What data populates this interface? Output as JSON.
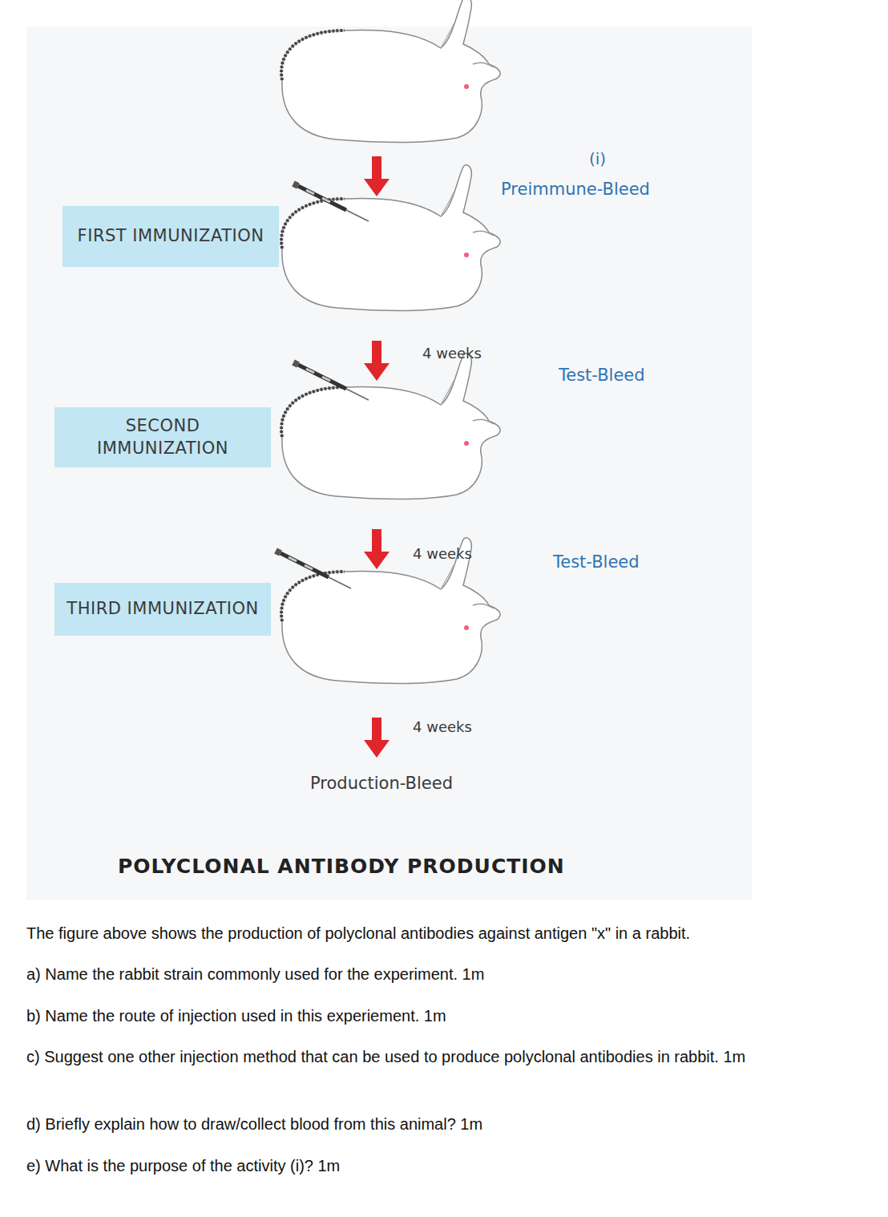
{
  "diagram": {
    "caption": "POLYCLONAL ANTIBODY PRODUCTION",
    "nodes": [
      {
        "text": [
          "FIRST IMMUNIZATION"
        ]
      },
      {
        "text": [
          "SECOND IMMUNIZATION"
        ]
      },
      {
        "text": [
          "THIRD IMMUNIZATION"
        ]
      }
    ],
    "labels": [
      "(i)",
      "Preimmune-Bleed",
      "4 weeks",
      "Test-Bleed",
      "4 weeks",
      "Test-Bleed",
      "4 weeks",
      "Production-Bleed",
      "The figure above shows the production of polyclonal antibodies against antigen \"x\" in a rabbit.",
      "a) Name the rabbit strain commonly used for the experiment. 1m",
      "b) Name the route of injection used in this experiement. 1m",
      "c) Suggest one other injection method that can be used to produce polyclonal antibodies in rabbit. 1m",
      "d) Briefly explain how to draw/collect blood from this animal? 1m",
      "e) What is the purpose of the activity (i)? 1m"
    ]
  }
}
